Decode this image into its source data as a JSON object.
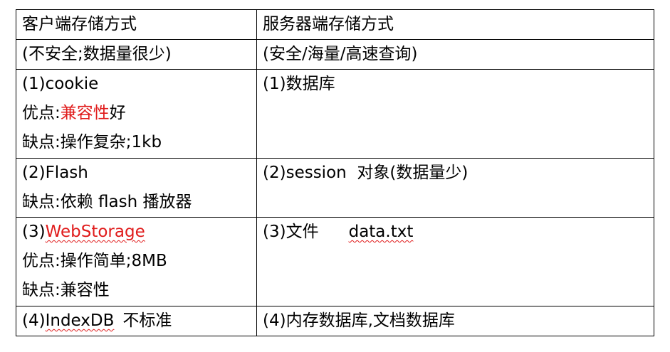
{
  "header": {
    "client": "客户端存储方式",
    "server": "服务器端存储方式"
  },
  "subheader": {
    "client": "(不安全;数据量很少)",
    "server": "(安全/海量/高速查询)"
  },
  "rows": [
    {
      "client": {
        "title": "(1)cookie",
        "pros_prefix": "优点:",
        "pros_highlight": "兼容性",
        "pros_suffix": "好",
        "cons": "缺点:操作复杂;1kb"
      },
      "server": {
        "title": "(1)数据库"
      }
    },
    {
      "client": {
        "title": "(2)Flash",
        "cons": "缺点:依赖 flash 播放器"
      },
      "server": {
        "title": "(2)session  对象(数据量少)"
      }
    },
    {
      "client": {
        "title_prefix": "(3)",
        "title_highlight": "WebStorage",
        "pros": "优点:操作简单;8MB",
        "cons": "缺点:兼容性"
      },
      "server": {
        "title": "(3)文件",
        "file": "data.txt"
      }
    },
    {
      "client": {
        "title_prefix": "(4)",
        "title_word": "IndexDB",
        "title_suffix": "不标准"
      },
      "server": {
        "title": "(4)内存数据库,文档数据库"
      }
    }
  ],
  "colors": {
    "highlight": "#e01b1b",
    "border": "#000000",
    "text": "#000000"
  }
}
